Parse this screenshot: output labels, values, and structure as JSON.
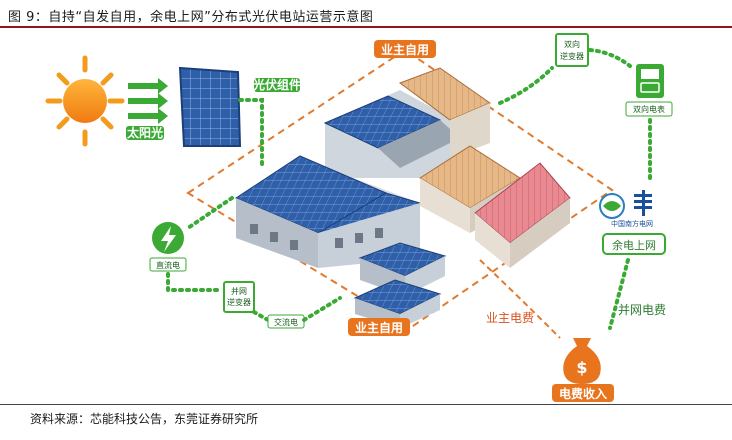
{
  "figure": {
    "title": "图 9：自持“自发自用，余电上网”分布式光伏电站运营示意图",
    "source": "资料来源：芯能科技公告，东莞证券研究所"
  },
  "labels": {
    "sun": "太阳光",
    "pv_module": "光伏组件",
    "dc": "直流电",
    "grid_inverter_line1": "并网",
    "grid_inverter_line2": "逆变器",
    "ac": "交流电",
    "owner_use_top": "业主自用",
    "owner_use_bottom": "业主自用",
    "bidir_inverter_line1": "双向",
    "bidir_inverter_line2": "逆变器",
    "bidir_meter": "双向电表",
    "grid_company": "中国南方电网",
    "surplus_to_grid": "余电上网",
    "owner_fee": "业主电费",
    "grid_fee": "并网电费",
    "income": "电费收入"
  },
  "colors": {
    "accent_green": "#3aaa35",
    "accent_orange": "#e8741e",
    "dash_orange": "#e07a2e",
    "panel_blue": "#2f5fa8"
  },
  "icons": [
    "sun-icon",
    "lightning-icon",
    "inverter-icon",
    "meter-icon",
    "grid-logo-icon",
    "money-bag-icon"
  ]
}
